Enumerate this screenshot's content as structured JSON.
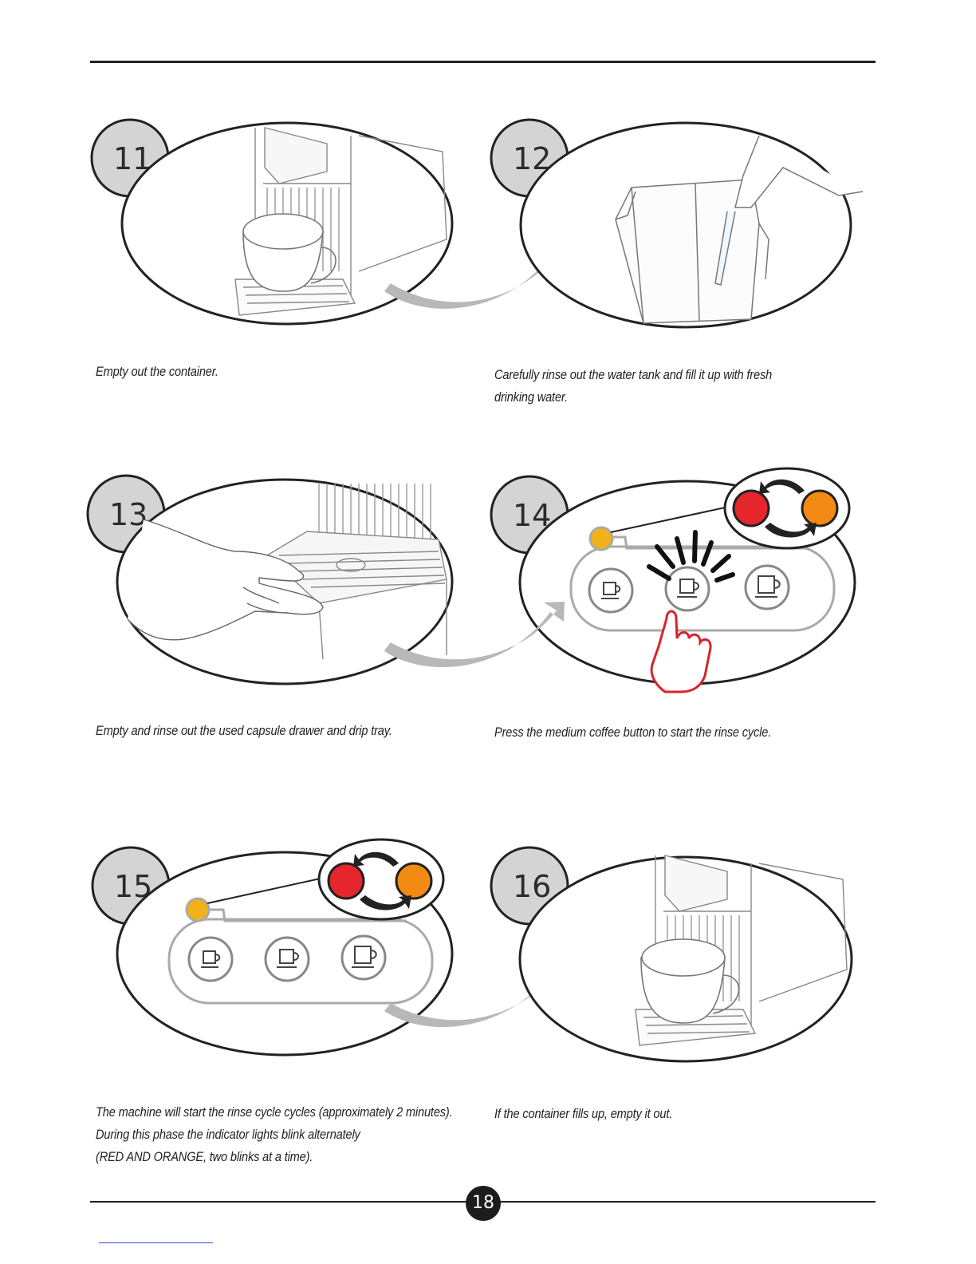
{
  "steps": [
    {
      "number": "11",
      "caption": "Empty out the container."
    },
    {
      "number": "12",
      "caption": "Carefully rinse out the water tank and fill it up with fresh\ndrinking water."
    },
    {
      "number": "13",
      "caption": "Empty and rinse out the used capsule drawer and drip tray."
    },
    {
      "number": "14",
      "caption": "Press the medium coffee button to start the rinse cycle."
    },
    {
      "number": "15",
      "caption": "The machine will start the rinse cycle cycles (approximately 2 minutes).\nDuring this phase the indicator lights blink alternately\n(RED AND ORANGE, two blinks at a time)."
    },
    {
      "number": "16",
      "caption": "If the container fills up, empty it out."
    }
  ],
  "page": {
    "number": "18"
  },
  "colors": {
    "red_light": "#e5262c",
    "orange_light": "#f28a14",
    "yellow_led": "#f2b118",
    "arrow": "#b8b8b8",
    "badge": "#d4d4d4",
    "hand_red": "#d8232a"
  },
  "icons": {
    "arrow": "curved-arrow-icon",
    "cup": "cup-icon",
    "hand": "pointing-hand-icon"
  }
}
